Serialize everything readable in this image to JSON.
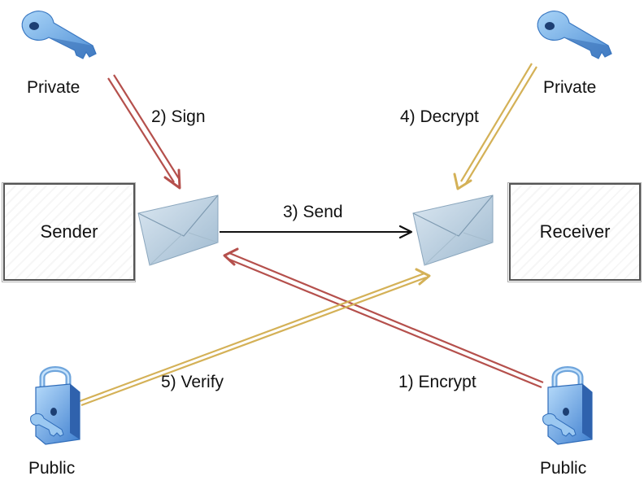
{
  "nodes": {
    "sender": "Sender",
    "receiver": "Receiver",
    "sender_private_key": "Private",
    "receiver_private_key": "Private",
    "sender_public_key": "Public",
    "receiver_public_key": "Public"
  },
  "edges": {
    "sign": "2) Sign",
    "decrypt": "4) Decrypt",
    "send": "3) Send",
    "verify": "5) Verify",
    "encrypt": "1) Encrypt"
  },
  "colors": {
    "red_arrow": "#b5504c",
    "gold_arrow": "#d4b157",
    "black_arrow": "#111111",
    "key_blue": "#7fb6e6",
    "envelope": "#b8cfe0"
  },
  "icons": [
    "key-icon",
    "padlock-icon",
    "envelope-icon"
  ]
}
